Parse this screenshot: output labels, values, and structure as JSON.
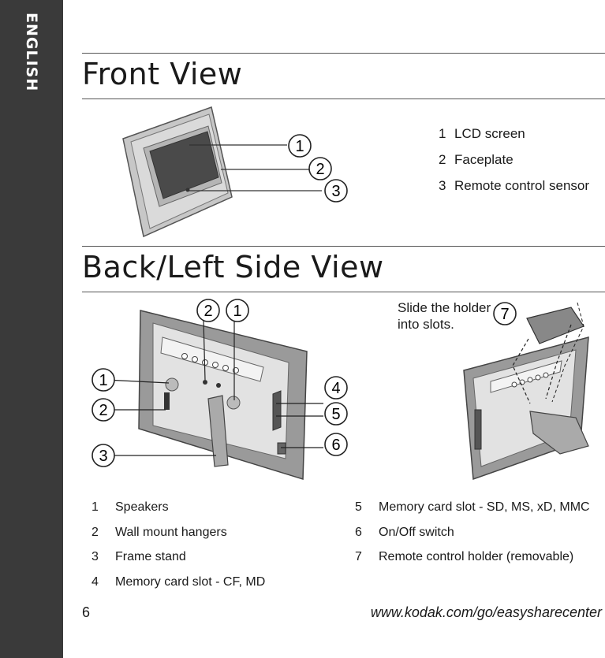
{
  "sidebar": {
    "language": "ENGLISH"
  },
  "front_view": {
    "title": "Front View",
    "callouts": [
      "1",
      "2",
      "3"
    ],
    "items": [
      {
        "num": "1",
        "label": "LCD screen"
      },
      {
        "num": "2",
        "label": "Faceplate"
      },
      {
        "num": "3",
        "label": "Remote control sensor"
      }
    ]
  },
  "back_view": {
    "title": "Back/Left Side View",
    "callouts": {
      "top_2": "2",
      "top_1": "1",
      "left_1": "1",
      "left_2": "2",
      "left_3": "3",
      "right_4": "4",
      "right_5": "5",
      "right_6": "6",
      "holder_7": "7"
    },
    "slide_note": {
      "line1": "Slide the holder",
      "line2": "into slots."
    },
    "legend_left": [
      {
        "num": "1",
        "label": "Speakers"
      },
      {
        "num": "2",
        "label": "Wall mount hangers"
      },
      {
        "num": "3",
        "label": "Frame stand"
      },
      {
        "num": "4",
        "label": "Memory card slot - CF, MD"
      }
    ],
    "legend_right": [
      {
        "num": "5",
        "label": "Memory card slot - SD, MS, xD, MMC"
      },
      {
        "num": "6",
        "label": "On/Off switch"
      },
      {
        "num": "7",
        "label": "Remote control holder (removable)"
      }
    ]
  },
  "footer": {
    "page_number": "6",
    "url": "www.kodak.com/go/easysharecenter"
  }
}
